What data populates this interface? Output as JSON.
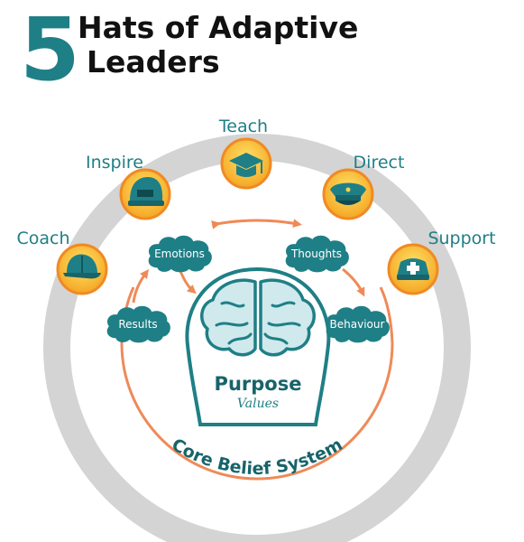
{
  "title": {
    "number": "5",
    "line1": "Hats of Adaptive",
    "line2": "Leaders"
  },
  "hats": {
    "teach": "Teach",
    "inspire": "Inspire",
    "direct": "Direct",
    "coach": "Coach",
    "support": "Support"
  },
  "clouds": {
    "emotions": "Emotions",
    "thoughts": "Thoughts",
    "results": "Results",
    "behaviour": "Behaviour"
  },
  "center": {
    "purpose": "Purpose",
    "values": "Values"
  },
  "core_belief": "Core Belief System",
  "colors": {
    "teal": "#1f7f86",
    "teal_dark": "#17646a",
    "orange": "#ef8a58",
    "gold": "#f5a623",
    "gold_light": "#fbd04b",
    "ring_gray": "#d4d4d4",
    "text_dark": "#111111"
  },
  "icons": {
    "teach": "graduation-cap-icon",
    "inspire": "helmet-icon",
    "direct": "officer-cap-icon",
    "coach": "baseball-cap-icon",
    "support": "nurse-cap-icon",
    "center": "brain-head-icon"
  }
}
